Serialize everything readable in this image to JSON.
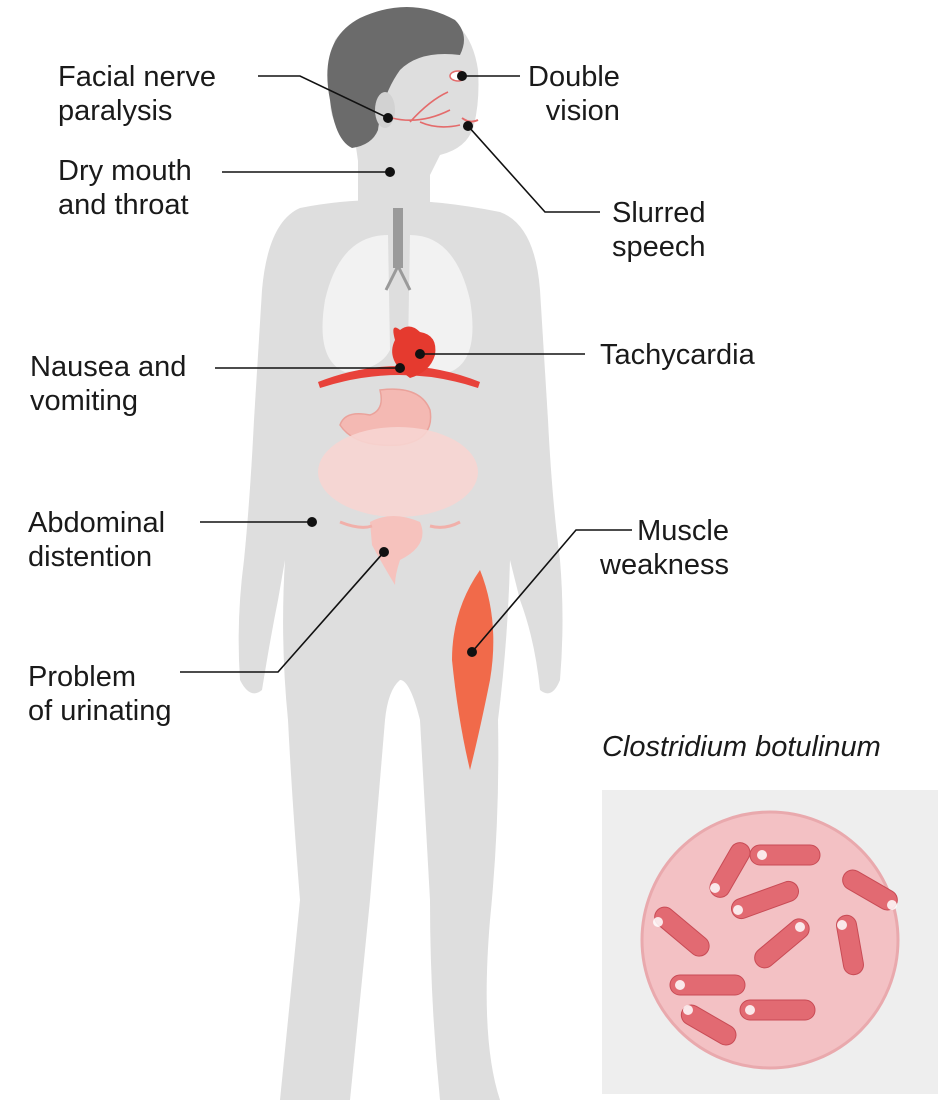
{
  "labels": {
    "facial_nerve": {
      "line1": "Facial nerve",
      "line2": "paralysis"
    },
    "double_vision": {
      "line1": "Double",
      "line2": "vision"
    },
    "dry_mouth": {
      "line1": "Dry mouth",
      "line2": "and throat"
    },
    "slurred_speech": {
      "line1": "Slurred",
      "line2": "speech"
    },
    "tachycardia": {
      "line1": "Tachycardia"
    },
    "nausea": {
      "line1": "Nausea and",
      "line2": "vomiting"
    },
    "abdominal": {
      "line1": "Abdominal",
      "line2": "distention"
    },
    "muscle": {
      "line1": "Muscle",
      "line2": "weakness"
    },
    "urinating": {
      "line1": "Problem",
      "line2": "of urinating"
    }
  },
  "microscope": {
    "title": "Clostridium botulinum"
  },
  "colors": {
    "body": "#dcdcdc",
    "hair": "#6b6b6b",
    "organ_red": "#e8423a",
    "organ_pink": "#f6c9c4",
    "bacteria_bg": "#f3c1c4",
    "bacteria": "#e26a72",
    "panel_bg": "#eeeeee"
  }
}
